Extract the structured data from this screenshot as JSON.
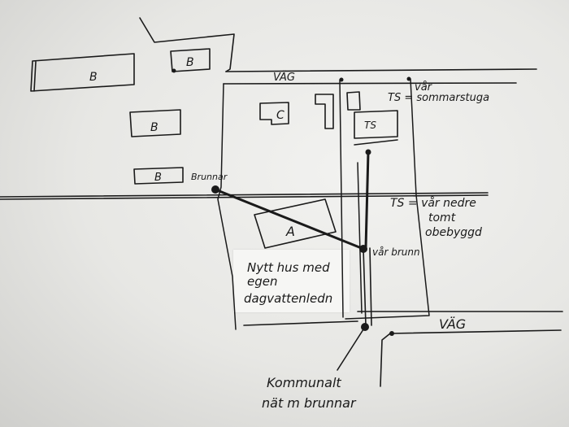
{
  "labels": {
    "b1": "B",
    "b2": "B",
    "b3": "B",
    "b4": "B",
    "c": "C",
    "ts1": "TS",
    "a": "A",
    "brunnar": "Brunnar",
    "vag_top": "VÄG",
    "vag_bottom": "VÄG",
    "var_sommarstuga_1": "vår",
    "var_sommarstuga_2": "TS = sommarstuga",
    "nedre_1": "TS = vår nedre",
    "nedre_2": "tomt",
    "nedre_3": "obebyggd",
    "var_brunn": "vår brunn",
    "nytt_hus_1": "Nytt hus med",
    "nytt_hus_2": "egen",
    "nytt_hus_3": "dagvattenledn",
    "kommunalt_1": "Kommunalt",
    "kommunalt_2": "nät m brunnar"
  },
  "colors": {
    "ink": "#1a1a1a",
    "paper": "#ededea"
  }
}
